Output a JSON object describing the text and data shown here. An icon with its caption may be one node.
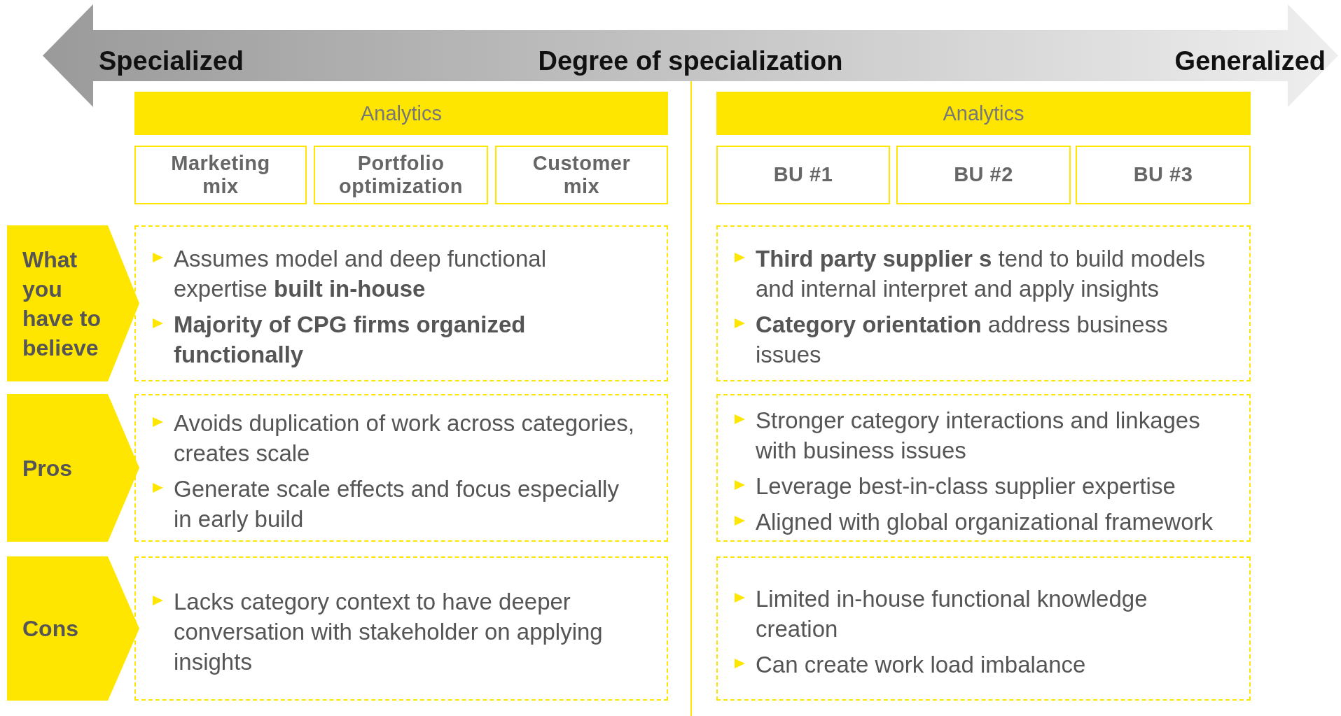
{
  "diagram": {
    "nodes": [
      {
        "text": [
          "Specialized",
          "Degree of specialization",
          "Generalized"
        ]
      },
      {
        "text": [
          "Analytics"
        ]
      },
      {
        "text": [
          "Marketing mix"
        ]
      },
      {
        "text": [
          "Portfolio optimization"
        ]
      },
      {
        "text": [
          "Customer mix"
        ]
      },
      {
        "text": [
          "Analytics"
        ]
      },
      {
        "text": [
          "BU #1"
        ]
      },
      {
        "text": [
          "BU #2"
        ]
      },
      {
        "text": [
          "BU #3"
        ]
      },
      {
        "text": [
          "What you have to believe"
        ]
      },
      {
        "text": [
          "Assumes model and deep functional expertise **built in-house**",
          "**Majority of CPG firms organized functionally**"
        ]
      },
      {
        "text": [
          "**Third party supplier s** tend to build models and internal interpret and apply insights",
          "**Category orientation** address business issues"
        ]
      },
      {
        "text": [
          "Pros"
        ]
      },
      {
        "text": [
          "Avoids duplication of work across categories, creates scale",
          "Generate scale effects and focus especially in early build"
        ]
      },
      {
        "text": [
          "Stronger category interactions and linkages with business issues",
          "Leverage best-in-class supplier expertise",
          "Aligned with global organizational framework"
        ]
      },
      {
        "text": [
          "Cons"
        ]
      },
      {
        "text": [
          "Lacks category context to have deeper conversation with stakeholder on applying insights"
        ]
      },
      {
        "text": [
          "Limited in-house functional knowledge creation",
          "Can create work load imbalance"
        ]
      }
    ]
  }
}
